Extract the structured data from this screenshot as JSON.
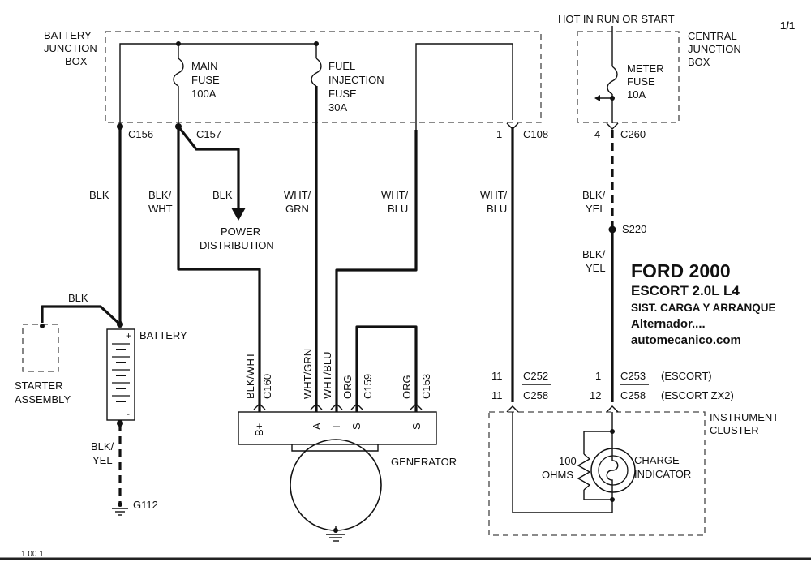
{
  "page": {
    "number": "1/1"
  },
  "title": {
    "make_year": "FORD 2000",
    "model": "ESCORT  2.0L  L4",
    "system": "SIST. CARGA Y ARRANQUE",
    "component": "Alternador....",
    "site": "automecanico.com"
  },
  "boxes": {
    "battery_junction": [
      "BATTERY",
      "JUNCTION",
      "BOX"
    ],
    "central_junction": [
      "CENTRAL",
      "JUNCTION",
      "BOX"
    ],
    "hot_label": "HOT IN RUN OR START",
    "instrument_cluster": [
      "INSTRUMENT",
      "CLUSTER"
    ]
  },
  "fuses": {
    "main": [
      "MAIN",
      "FUSE",
      "100A"
    ],
    "fuel": [
      "FUEL",
      "INJECTION",
      "FUSE",
      "30A"
    ],
    "meter": [
      "METER",
      "FUSE",
      "10A"
    ]
  },
  "connectors": {
    "c156": "C156",
    "c157": "C157",
    "c108": "C108",
    "c108_pin": "1",
    "c260": "C260",
    "c260_pin": "4",
    "s220": "S220",
    "c160": "C160",
    "c159": "C159",
    "c153": "C153",
    "c252": "C252",
    "c252_pin": "11",
    "c258_a": "C258",
    "c258_a_pin": "11",
    "c253": "C253",
    "c253_pin": "1",
    "c253_note": "(ESCORT)",
    "c258_b": "C258",
    "c258_b_pin": "12",
    "c258_b_note": "(ESCORT ZX2)",
    "g112": "G112"
  },
  "wires": {
    "blk_c156": "BLK",
    "blk_wht_1": "BLK/",
    "blk_wht_2": "WHT",
    "blk_power": "BLK",
    "wht_grn_1": "WHT/",
    "wht_grn_2": "GRN",
    "wht_blu_1": "WHT/",
    "wht_blu_2": "BLU",
    "wht_blu_c108_1": "WHT/",
    "wht_blu_c108_2": "BLU",
    "blk_yel_top_1": "BLK/",
    "blk_yel_top_2": "YEL",
    "blk_yel_mid_1": "BLK/",
    "blk_yel_mid_2": "YEL",
    "blk_starter": "BLK",
    "blk_yel_bat_1": "BLK/",
    "blk_yel_bat_2": "YEL",
    "vert_blk_wht": "BLK/WHT",
    "vert_wht_grn": "WHT/GRN",
    "vert_wht_blu": "WHT/BLU",
    "vert_org_1": "ORG",
    "vert_org_2": "ORG"
  },
  "components": {
    "power_distribution": [
      "POWER",
      "DISTRIBUTION"
    ],
    "battery": "BATTERY",
    "starter": [
      "STARTER",
      "ASSEMBLY"
    ],
    "generator": "GENERATOR",
    "gen_terminals": [
      "B+",
      "A",
      "I",
      "S",
      "S"
    ],
    "resistor": [
      "100",
      "OHMS"
    ],
    "charge_indicator": [
      "CHARGE",
      "INDICATOR"
    ],
    "battery_plus": "+",
    "battery_minus": "-"
  },
  "footer": {
    "fragment": "1 00 1"
  }
}
